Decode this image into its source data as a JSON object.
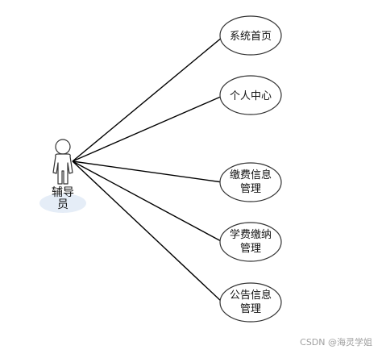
{
  "actor": {
    "name_lines": [
      "辅导",
      "员"
    ]
  },
  "use_cases": [
    {
      "id": "system-home",
      "lines": [
        "系统首页"
      ]
    },
    {
      "id": "personal-center",
      "lines": [
        "个人中心"
      ]
    },
    {
      "id": "fee-info-management",
      "lines": [
        "缴费信息",
        "管理"
      ]
    },
    {
      "id": "tuition-payment-management",
      "lines": [
        "学费缴纳",
        "管理"
      ]
    },
    {
      "id": "announcement-management",
      "lines": [
        "公告信息",
        "管理"
      ]
    }
  ],
  "watermark": "CSDN @海灵学姐",
  "colors": {
    "line": "#000000",
    "ellipse_stroke": "#333333",
    "ellipse_fill": "#ffffff",
    "actor_shadow": "#dfe9f5"
  }
}
